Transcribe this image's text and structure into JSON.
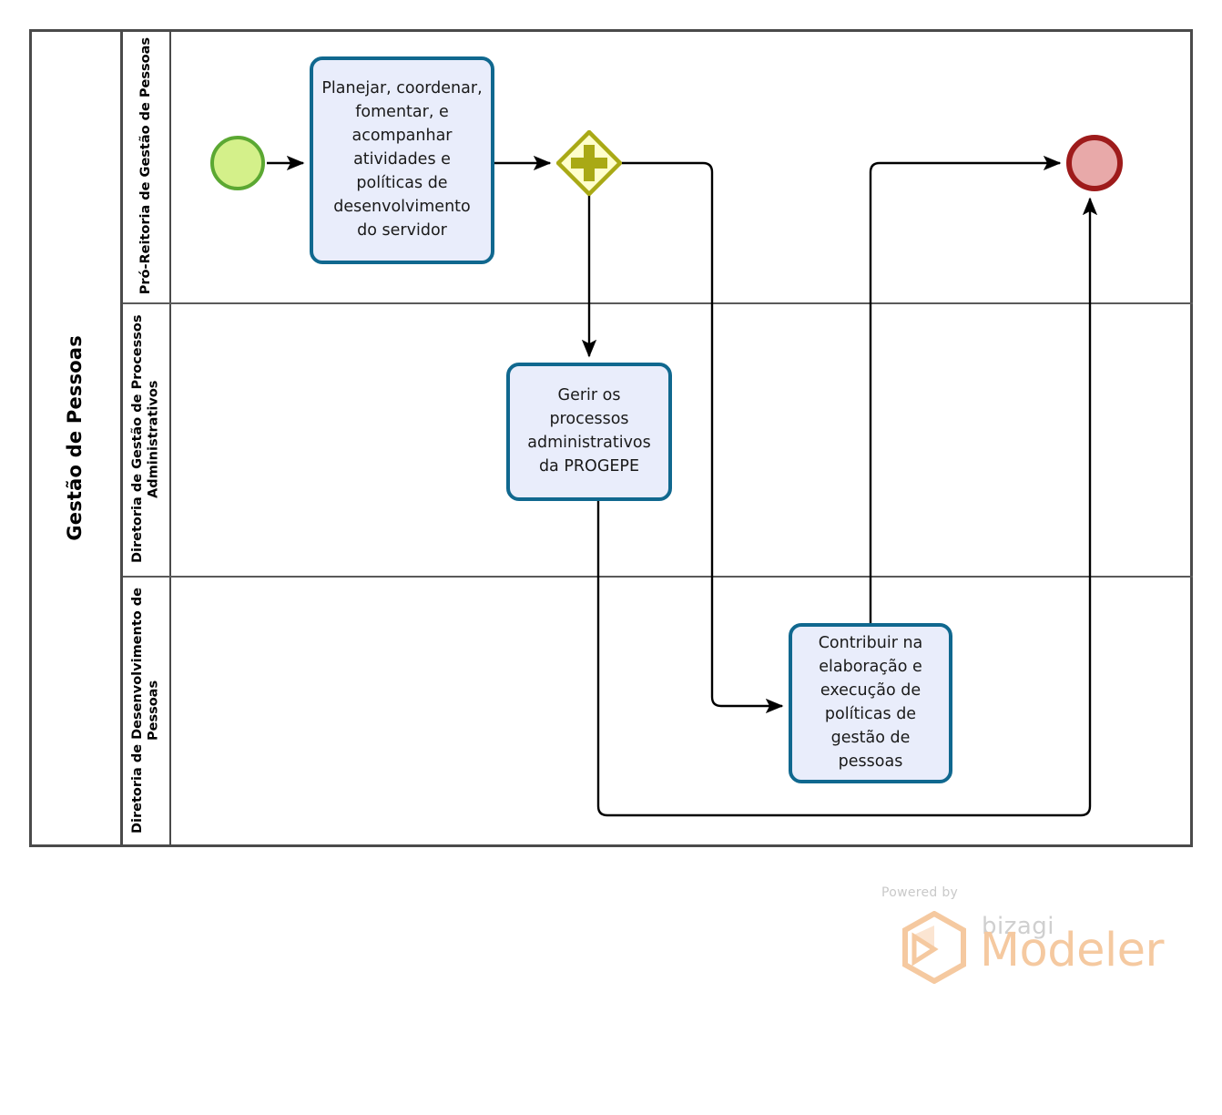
{
  "diagram": {
    "type": "bpmn-process",
    "pool": {
      "name": "Gestão de Pessoas"
    },
    "lanes": [
      {
        "id": "lane-pro-reitoria",
        "name": "Pró-Reitoria de Gestão de Pessoas"
      },
      {
        "id": "lane-processos-adm",
        "name": "Diretoria de Gestão de Processos Administrativos"
      },
      {
        "id": "lane-desenvolvimento",
        "name": "Diretoria de Desenvolvimento de Pessoas"
      }
    ],
    "events": [
      {
        "id": "start-event",
        "type": "start",
        "label": "",
        "lane": "lane-pro-reitoria",
        "fill": "#d4f08a",
        "stroke": "#5ba832"
      },
      {
        "id": "end-event",
        "type": "end",
        "label": "",
        "lane": "lane-pro-reitoria",
        "fill": "#e8a9a9",
        "stroke": "#9e1b1b"
      }
    ],
    "gateways": [
      {
        "id": "parallel-gateway",
        "type": "parallel",
        "symbol": "+",
        "label": "",
        "lane": "lane-pro-reitoria",
        "fill": "#ffffcc",
        "stroke": "#a9a915"
      }
    ],
    "tasks": [
      {
        "id": "task-planejar",
        "name": "Planejar, coordenar, fomentar, e acompanhar atividades e políticas de desenvolvimento do servidor",
        "lane": "lane-pro-reitoria",
        "fill": "#e9edfb",
        "stroke": "#10688f"
      },
      {
        "id": "task-gerir",
        "name": "Gerir os processos administrativos da PROGEPE",
        "lane": "lane-processos-adm",
        "fill": "#e9edfb",
        "stroke": "#10688f"
      },
      {
        "id": "task-contribuir",
        "name": "Contribuir na elaboração e execução de políticas de gestão de pessoas",
        "lane": "lane-desenvolvimento",
        "fill": "#e9edfb",
        "stroke": "#10688f"
      }
    ],
    "sequence_flows": [
      {
        "id": "flow-start-to-planejar",
        "from": "start-event",
        "to": "task-planejar",
        "label": ""
      },
      {
        "id": "flow-planejar-to-gateway",
        "from": "task-planejar",
        "to": "parallel-gateway",
        "label": ""
      },
      {
        "id": "flow-gateway-to-gerir",
        "from": "parallel-gateway",
        "to": "task-gerir",
        "label": ""
      },
      {
        "id": "flow-gateway-to-contribuir",
        "from": "parallel-gateway",
        "to": "task-contribuir",
        "label": ""
      },
      {
        "id": "flow-contribuir-to-end",
        "from": "task-contribuir",
        "to": "end-event",
        "label": ""
      },
      {
        "id": "flow-gerir-to-end",
        "from": "task-gerir",
        "to": "end-event",
        "label": ""
      }
    ]
  },
  "watermark": {
    "powered_by": "Powered by",
    "brand": "bizagi",
    "product": "Modeler",
    "brand_color": "#f5c9a0"
  }
}
